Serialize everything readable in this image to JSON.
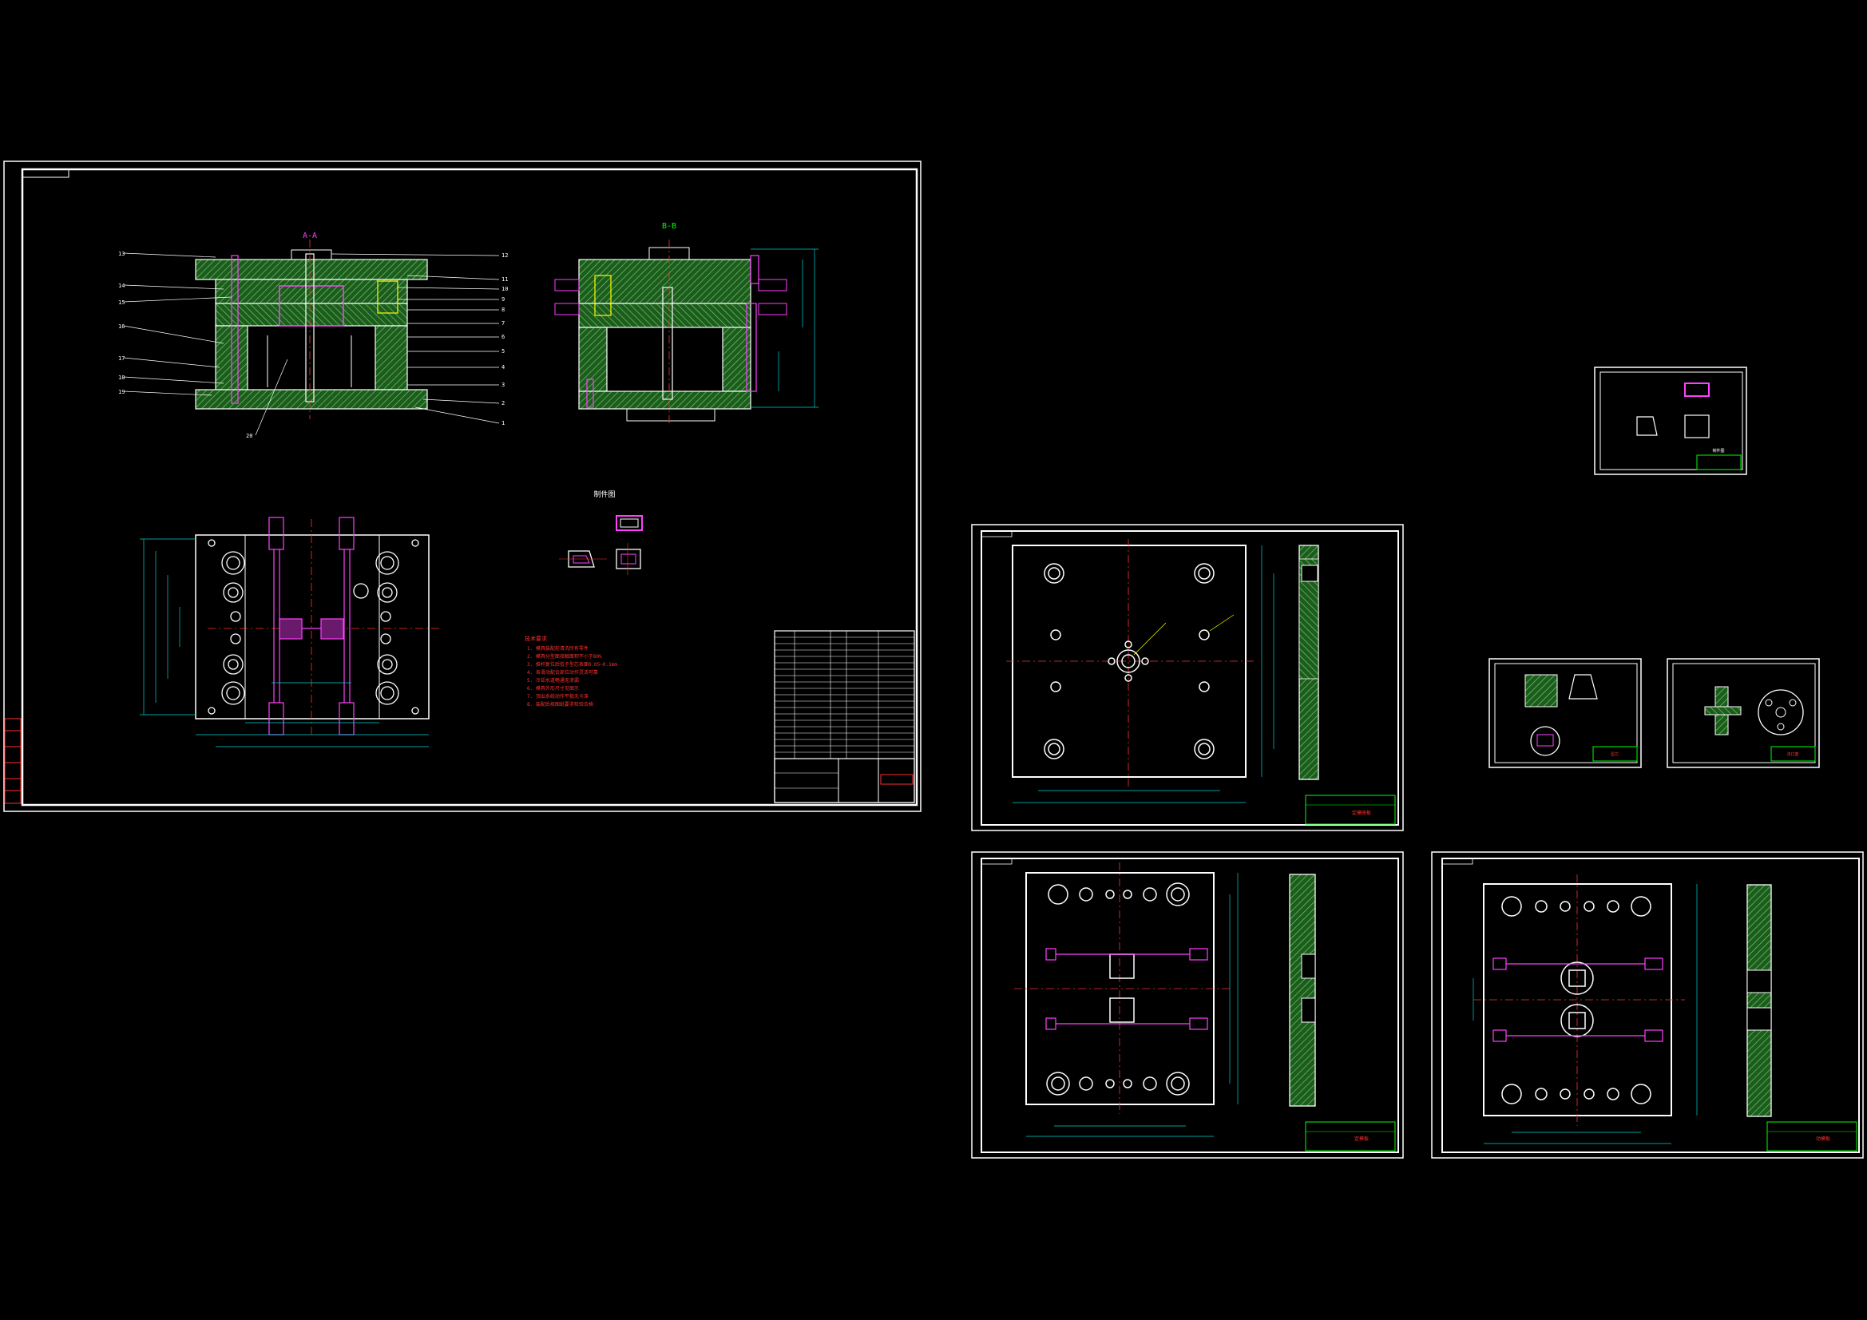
{
  "colors": {
    "background": "#000000",
    "frame": "#ffffff",
    "hatch_fill": "#1f5a1f",
    "hatch_line": "#5fd35f",
    "centerline": "#ff3030",
    "dimension": "#00d0d0",
    "annotation": "#ffff00",
    "part_highlight": "#ff40ff",
    "title_block": "#00ff00"
  },
  "main_drawing": {
    "section_label_1": "A-A",
    "section_label_2": "B-B",
    "part_view_label": "制件图",
    "part_numbers_left": [
      "13",
      "14",
      "15",
      "16",
      "17",
      "18",
      "19"
    ],
    "part_numbers_right": [
      "12",
      "11",
      "10",
      "9",
      "8",
      "7",
      "6",
      "5",
      "4",
      "3",
      "2",
      "1"
    ],
    "bottom_callout": "20",
    "tech_req_title": "技术要求",
    "tech_req_lines": [
      "1. 模具装配前清洗所有零件",
      "2. 模具分型面接触面积不小于80%",
      "3. 推杆复位后低于型芯表面0.05~0.1mm",
      "4. 各滑动配合部位动作灵活可靠",
      "5. 冷却水道畅通无渗漏",
      "6. 模具外形尺寸见图示",
      "7. 顶出系统动作平稳无卡滞",
      "8. 装配后按图纸要求检验合格"
    ]
  },
  "sheets": [
    {
      "name": "Sheet-A3-part",
      "view_label": "制件图"
    },
    {
      "name": "Sheet-plate-1",
      "view_label": "定模座板"
    },
    {
      "name": "Sheet-small-1",
      "view_label": "型芯"
    },
    {
      "name": "Sheet-small-2",
      "view_label": "浇口套"
    },
    {
      "name": "Sheet-plate-2",
      "view_label": "定模板"
    },
    {
      "name": "Sheet-plate-3",
      "view_label": "动模板"
    }
  ]
}
